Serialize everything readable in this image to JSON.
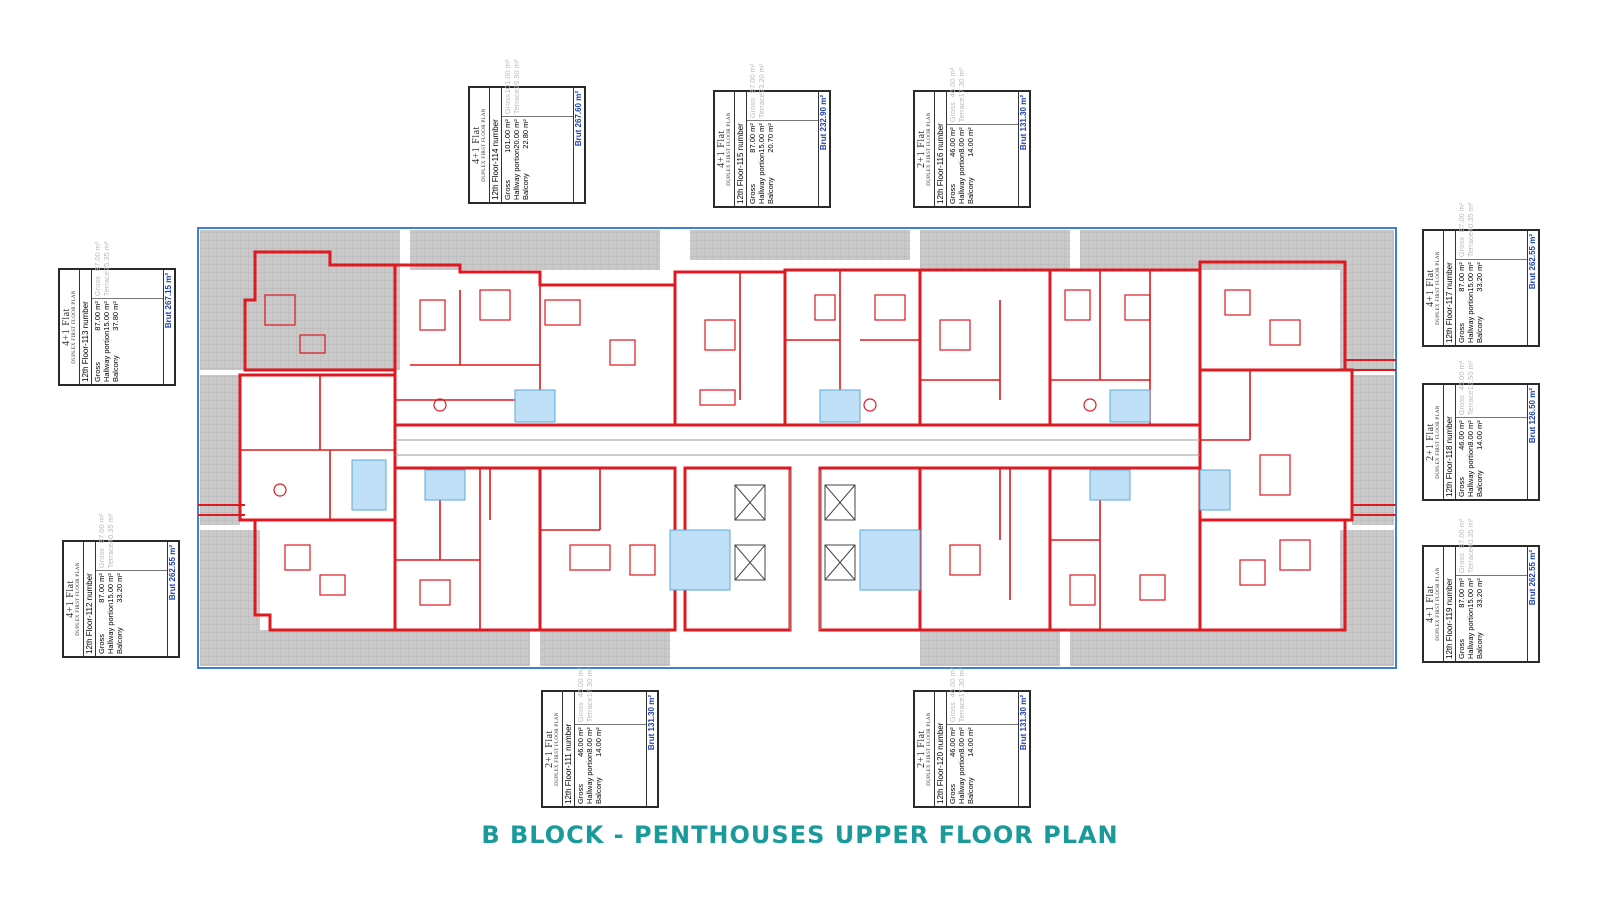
{
  "title": "B BLOCK - PENTHOUSES UPPER FLOOR PLAN",
  "colors": {
    "walls": "#e0181f",
    "frame": "#3f7fd9",
    "terrace": "#c8c8c8",
    "stairs": "#8cc8ee",
    "title": "#1a9a9a",
    "brut": "#1f3fb0"
  },
  "units": [
    {
      "id": "113",
      "flat": "4+1 Flat",
      "subtitle": "DUPLEX FIRST FLOOR PLAN",
      "floor_line": "12th Floor-113 number",
      "rows": [
        {
          "label": "Gross",
          "value": "87.00 m²"
        },
        {
          "label": "Hallway portion",
          "value": "15.00 m²"
        },
        {
          "label": "Balcony",
          "value": "37.80 m²"
        }
      ],
      "roof": [
        {
          "label": "Gross",
          "value": "87.00 m²"
        },
        {
          "label": "Terrace",
          "value": "25.35 m²"
        }
      ],
      "brut_label": "Brut",
      "brut_value": "267.15 m²"
    },
    {
      "id": "114",
      "flat": "4+1 Flat",
      "subtitle": "DUPLEX FIRST FLOOR PLAN",
      "floor_line": "12th Floor-114 number",
      "rows": [
        {
          "label": "Gross",
          "value": "101.00 m²"
        },
        {
          "label": "Hallway portion",
          "value": "20.00 m²"
        },
        {
          "label": "Balcony",
          "value": "22.80 m²"
        }
      ],
      "roof": [
        {
          "label": "Gross",
          "value": "101.00 m²"
        },
        {
          "label": "Terrace",
          "value": "26.90 m²"
        }
      ],
      "brut_label": "Brut",
      "brut_value": "267.60 m²"
    },
    {
      "id": "115",
      "flat": "4+1 Flat",
      "subtitle": "DUPLEX FIRST FLOOR PLAN",
      "floor_line": "12th Floor-115 number",
      "rows": [
        {
          "label": "Gross",
          "value": "87.00 m²"
        },
        {
          "label": "Hallway portion",
          "value": "15.00 m²"
        },
        {
          "label": "Balcony",
          "value": "20.70 m²"
        }
      ],
      "roof": [
        {
          "label": "Gross",
          "value": "87.00 m²"
        },
        {
          "label": "Terrace",
          "value": "23.20 m²"
        }
      ],
      "brut_label": "Brut",
      "brut_value": "232.90 m²"
    },
    {
      "id": "116",
      "flat": "2+1 Flat",
      "subtitle": "DUPLEX FIRST FLOOR PLAN",
      "floor_line": "12th Floor-116 number",
      "rows": [
        {
          "label": "Gross",
          "value": "46.00 m²"
        },
        {
          "label": "Hallway portion",
          "value": "8.00 m²"
        },
        {
          "label": "Balcony",
          "value": "14.00 m²"
        }
      ],
      "roof": [
        {
          "label": "Gross",
          "value": "46.00 m²"
        },
        {
          "label": "Terrace",
          "value": "17.30 m²"
        }
      ],
      "brut_label": "Brut",
      "brut_value": "131.30 m²"
    },
    {
      "id": "117",
      "flat": "4+1 Flat",
      "subtitle": "DUPLEX FIRST FLOOR PLAN",
      "floor_line": "12th Floor-117 number",
      "rows": [
        {
          "label": "Gross",
          "value": "87.00 m²"
        },
        {
          "label": "Hallway portion",
          "value": "15.00 m²"
        },
        {
          "label": "Balcony",
          "value": "33.20 m²"
        }
      ],
      "roof": [
        {
          "label": "Gross",
          "value": "87.00 m²"
        },
        {
          "label": "Terrace",
          "value": "40.35 m²"
        }
      ],
      "brut_label": "Brut",
      "brut_value": "262.55 m²"
    },
    {
      "id": "118",
      "flat": "2+1 Flat",
      "subtitle": "DUPLEX FIRST FLOOR PLAN",
      "floor_line": "12th Floor-118 number",
      "rows": [
        {
          "label": "Gross",
          "value": "46.00 m²"
        },
        {
          "label": "Hallway portion",
          "value": "8.00 m²"
        },
        {
          "label": "Balcony",
          "value": "14.00 m²"
        }
      ],
      "roof": [
        {
          "label": "Gross",
          "value": "46.00 m²"
        },
        {
          "label": "Terrace",
          "value": "12.50 m²"
        }
      ],
      "brut_label": "Brut",
      "brut_value": "126.50 m²"
    },
    {
      "id": "119",
      "flat": "4+1 Flat",
      "subtitle": "DUPLEX FIRST FLOOR PLAN",
      "floor_line": "12th Floor-119 number",
      "rows": [
        {
          "label": "Gross",
          "value": "87.00 m²"
        },
        {
          "label": "Hallway portion",
          "value": "15.00 m²"
        },
        {
          "label": "Balcony",
          "value": "33.20 m²"
        }
      ],
      "roof": [
        {
          "label": "Gross",
          "value": "87.00 m²"
        },
        {
          "label": "Terrace",
          "value": "40.35 m²"
        }
      ],
      "brut_label": "Brut",
      "brut_value": "262.55 m²"
    },
    {
      "id": "120",
      "flat": "2+1 Flat",
      "subtitle": "DUPLEX FIRST FLOOR PLAN",
      "floor_line": "12th Floor-120 number",
      "rows": [
        {
          "label": "Gross",
          "value": "46.00 m²"
        },
        {
          "label": "Hallway portion",
          "value": "8.00 m²"
        },
        {
          "label": "Balcony",
          "value": "14.00 m²"
        }
      ],
      "roof": [
        {
          "label": "Gross",
          "value": "46.00 m²"
        },
        {
          "label": "Terrace",
          "value": "17.30 m²"
        }
      ],
      "brut_label": "Brut",
      "brut_value": "131.30 m²"
    },
    {
      "id": "111",
      "flat": "2+1 Flat",
      "subtitle": "DUPLEX FIRST FLOOR PLAN",
      "floor_line": "12th Floor-111 number",
      "rows": [
        {
          "label": "Gross",
          "value": "46.00 m²"
        },
        {
          "label": "Hallway portion",
          "value": "8.00 m²"
        },
        {
          "label": "Balcony",
          "value": "14.00 m²"
        }
      ],
      "roof": [
        {
          "label": "Gross",
          "value": "46.00 m²"
        },
        {
          "label": "Terrace",
          "value": "17.30 m²"
        }
      ],
      "brut_label": "Brut",
      "brut_value": "131.30 m²"
    },
    {
      "id": "112",
      "flat": "4+1 Flat",
      "subtitle": "DUPLEX FIRST FLOOR PLAN",
      "floor_line": "12th Floor-112 number",
      "rows": [
        {
          "label": "Gross",
          "value": "87.00 m²"
        },
        {
          "label": "Hallway portion",
          "value": "15.00 m²"
        },
        {
          "label": "Balcony",
          "value": "33.20 m²"
        }
      ],
      "roof": [
        {
          "label": "Gross",
          "value": "87.00 m²"
        },
        {
          "label": "Terrace",
          "value": "40.35 m²"
        }
      ],
      "brut_label": "Brut",
      "brut_value": "262.55 m²"
    }
  ]
}
